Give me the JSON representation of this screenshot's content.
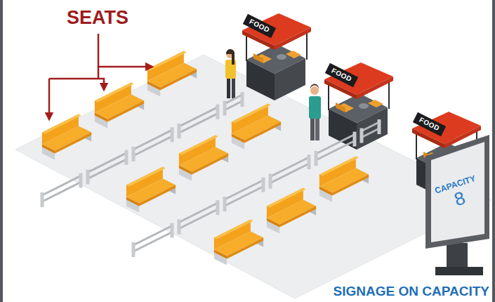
{
  "diagram": {
    "nodes": [
      {
        "text": [
          "FOOD"
        ]
      },
      {
        "text": [
          "FOOD"
        ]
      },
      {
        "text": [
          "FOOD"
        ]
      },
      {
        "text": [
          "CAPACITY",
          "8"
        ]
      }
    ],
    "labels": [
      "SEATS",
      "SIGNAGE ON CAPACITY"
    ]
  }
}
